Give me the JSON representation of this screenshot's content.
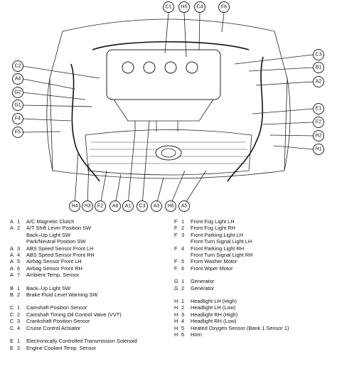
{
  "diagram": {
    "callouts_top": [
      "C1",
      "H5",
      "C4",
      "F6"
    ],
    "callouts_left": [
      "C2",
      "A4",
      "G2",
      "G1",
      "F4",
      "F5"
    ],
    "callouts_right": [
      "C3",
      "B1",
      "A2",
      "E1",
      "F2",
      "H2",
      "H1"
    ],
    "callouts_bottom": [
      "H4",
      "H3",
      "F2",
      "A6",
      "A1",
      "C3",
      "A3",
      "H6",
      "A5"
    ],
    "logo": "toyota-emblem"
  },
  "legend_left": [
    {
      "letter": "A",
      "num": "1",
      "desc": "A/C Magnetic Clutch"
    },
    {
      "letter": "A",
      "num": "2",
      "desc": "A/T Shift Lever Position SW"
    },
    {
      "letter": "",
      "num": "",
      "desc": "Back–Up Light SW"
    },
    {
      "letter": "",
      "num": "",
      "desc": "Park/Neutral Position SW"
    },
    {
      "letter": "A",
      "num": "3",
      "desc": "ABS Speed Sensor Front LH"
    },
    {
      "letter": "A",
      "num": "4",
      "desc": "ABS Speed Sensor Front RH"
    },
    {
      "letter": "A",
      "num": "5",
      "desc": "Airbag Sensor Front LH"
    },
    {
      "letter": "A",
      "num": "6",
      "desc": "Airbag Sensor Front RH"
    },
    {
      "letter": "A",
      "num": "7",
      "desc": "Ambient Temp. Sensor"
    },
    {
      "gap": true
    },
    {
      "letter": "B",
      "num": "1",
      "desc": "Back–Up Light SW"
    },
    {
      "letter": "B",
      "num": "2",
      "desc": "Brake Fluid Level Warning SW"
    },
    {
      "gap": true
    },
    {
      "letter": "C",
      "num": "1",
      "desc": "Camshaft Position Sensor"
    },
    {
      "letter": "C",
      "num": "2",
      "desc": "Camshaft Timing Oil Control Valve (VVT)"
    },
    {
      "letter": "C",
      "num": "3",
      "desc": "Crankshaft Position Sensor"
    },
    {
      "letter": "C",
      "num": "4",
      "desc": "Cruise Control Actuator"
    },
    {
      "gap": true
    },
    {
      "letter": "E",
      "num": "1",
      "desc": "Electronically Controlled Transmission Solenoid"
    },
    {
      "letter": "E",
      "num": "2",
      "desc": "Engine Coolant Temp. Sensor"
    }
  ],
  "legend_right": [
    {
      "letter": "F",
      "num": "1",
      "desc": "Front Fog Light LH"
    },
    {
      "letter": "F",
      "num": "2",
      "desc": "Front Fog Light RH"
    },
    {
      "letter": "F",
      "num": "3",
      "desc": "Front Parking Light LH"
    },
    {
      "letter": "",
      "num": "",
      "desc": "Front Turn Signal Light LH"
    },
    {
      "letter": "F",
      "num": "4",
      "desc": "Front Parking Light RH"
    },
    {
      "letter": "",
      "num": "",
      "desc": "Front Turn Signal Light RH"
    },
    {
      "letter": "F",
      "num": "5",
      "desc": "Front Washer Motor"
    },
    {
      "letter": "F",
      "num": "6",
      "desc": "Front Wiper Motor"
    },
    {
      "gap": true
    },
    {
      "letter": "G",
      "num": "1",
      "desc": "Generator"
    },
    {
      "letter": "G",
      "num": "2",
      "desc": "Generator"
    },
    {
      "gap": true
    },
    {
      "letter": "H",
      "num": "1",
      "desc": "Headlight LH (High)"
    },
    {
      "letter": "H",
      "num": "2",
      "desc": "Headlight LH (Low)"
    },
    {
      "letter": "H",
      "num": "3",
      "desc": "Headlight RH (High)"
    },
    {
      "letter": "H",
      "num": "4",
      "desc": "Headlight RH (Low)"
    },
    {
      "letter": "H",
      "num": "5",
      "desc": "Heated Oxygen Sensor (Bank 1 Sensor 1)"
    },
    {
      "letter": "H",
      "num": "6",
      "desc": "Horn"
    }
  ]
}
